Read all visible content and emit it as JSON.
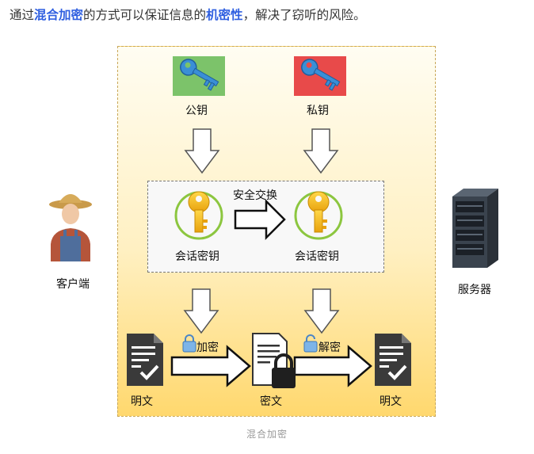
{
  "intro": {
    "prefix": "通过",
    "highlight1": "混合加密",
    "middle": "的方式可以保证信息的",
    "highlight2": "机密性",
    "suffix": "，解决了窃听的风险。",
    "highlight_color": "#2f5fe0"
  },
  "diagram": {
    "public_key_label": "公钥",
    "private_key_label": "私钥",
    "secure_exchange_label": "安全交换",
    "session_key_left_label": "会话密钥",
    "session_key_right_label": "会话密钥",
    "encrypt_label": "加密",
    "decrypt_label": "解密",
    "plaintext_left_label": "明文",
    "ciphertext_label": "密文",
    "plaintext_right_label": "明文",
    "client_label": "客户端",
    "server_label": "服务器"
  },
  "caption": "混合加密",
  "colors": {
    "public_key_bg": "#7cc36a",
    "private_key_bg": "#e84a4a",
    "key_blue": "#3a8fd6",
    "session_key_gold": "#f2b51c",
    "session_ring_green": "#8cc63f"
  },
  "icons": {
    "public_key": "key-icon",
    "private_key": "key-icon",
    "session_key": "gold-key-icon",
    "document": "document-check-icon",
    "lock": "padlock-icon",
    "client": "farmer-person-icon",
    "server": "server-rack-icon"
  }
}
